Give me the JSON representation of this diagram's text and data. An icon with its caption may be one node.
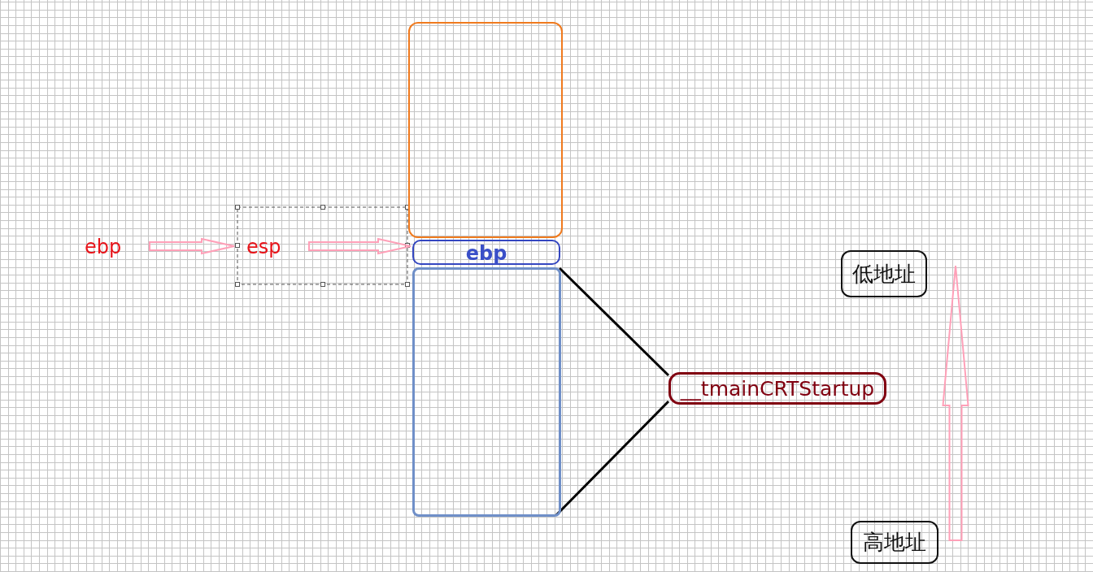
{
  "diagram": {
    "nodes": [
      {
        "text": [],
        "shape": "box"
      },
      {
        "text": [
          "ebp"
        ]
      },
      {
        "text": [],
        "shape": "box"
      },
      {
        "text": [
          "__tmainCRTStartup"
        ]
      },
      {
        "text": [
          "低地址"
        ]
      },
      {
        "text": [
          "高地址"
        ]
      },
      {
        "text": [
          "ebp"
        ]
      },
      {
        "text": [
          "esp"
        ]
      }
    ],
    "edges": [
      {
        "from": 6,
        "to": 7,
        "arrow": "to",
        "color": "#ffa0b8"
      },
      {
        "from": 7,
        "to": 1,
        "arrow": "to",
        "color": "#ffa0b8"
      },
      {
        "from": 2,
        "to": 3,
        "arrow": "none"
      },
      {
        "from": 2,
        "to": 3,
        "arrow": "none"
      },
      {
        "from": 5,
        "to": 4,
        "arrow": "to",
        "color": "#ffa0b8"
      }
    ]
  }
}
